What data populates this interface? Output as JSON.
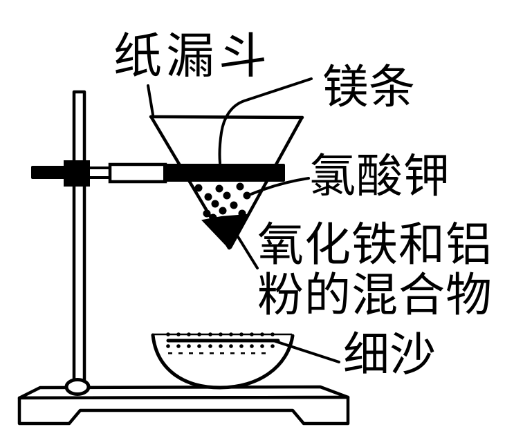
{
  "figure": {
    "kind": "chemistry-apparatus-line-drawing"
  },
  "labels": {
    "paper_funnel": "纸漏斗",
    "magnesium_strip": "镁条",
    "potassium_chlorate": "氯酸钾",
    "mixture_line1": "氧化铁和铝",
    "mixture_line2": "粉的混合物",
    "fine_sand": "细沙"
  },
  "colors": {
    "ink": "#000000",
    "background": "#ffffff"
  }
}
